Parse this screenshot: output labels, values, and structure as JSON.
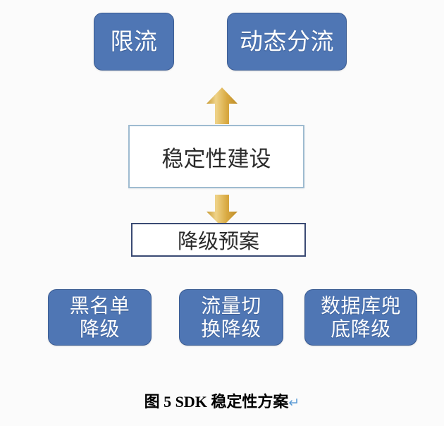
{
  "diagram": {
    "title": "SDK 稳定性方案",
    "background_color": "#fbfbfb",
    "palette": {
      "box_fill_blue": "#4f76b4",
      "box_border_blue": "#3c5d93",
      "box_text_white": "#ffffff",
      "outline_light_border": "#9ebbd0",
      "outline_dark_border": "#3a4a73",
      "arrow_gold_light": "#efd389",
      "arrow_gold": "#d9aa42",
      "arrow_gold_dark": "#c1912f",
      "caption_text": "#000000",
      "pilcrow_blue": "#5b9bd5"
    },
    "top_boxes": [
      {
        "label": "限流"
      },
      {
        "label": "动态分流"
      }
    ],
    "center_box": {
      "label": "稳定性建设"
    },
    "plan_box": {
      "label": "降级预案"
    },
    "bottom_boxes": [
      {
        "label": "黑名单\n降级"
      },
      {
        "label": "流量切\n换降级"
      },
      {
        "label": "数据库兜\n底降级"
      }
    ],
    "arrows": [
      {
        "name": "up-arrow",
        "direction": "up"
      },
      {
        "name": "down-arrow",
        "direction": "down"
      }
    ]
  },
  "caption": {
    "figure_label": "图 5 SDK ",
    "figure_title": "稳定性方案",
    "pilcrow": "↵"
  }
}
